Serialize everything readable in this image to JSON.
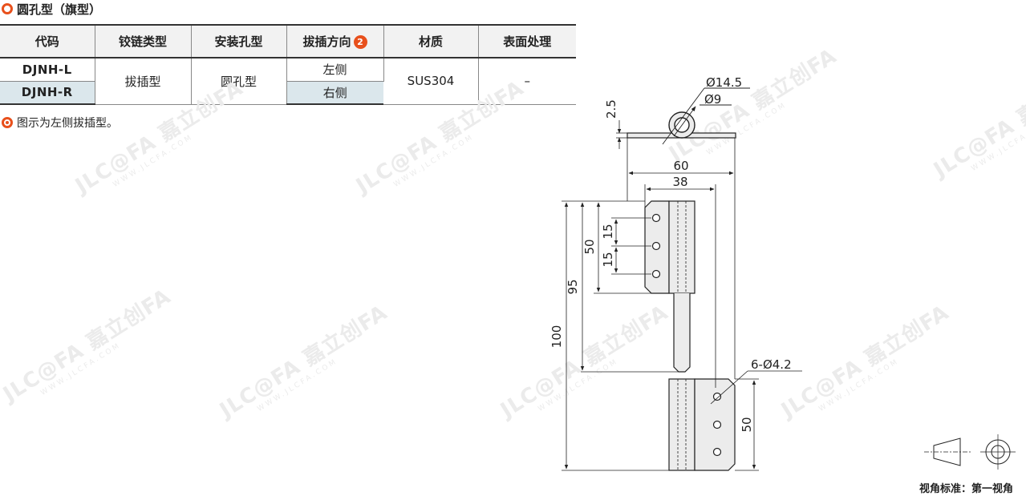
{
  "section_title": "圆孔型（旗型）",
  "table": {
    "headers": [
      "代码",
      "铰链类型",
      "安装孔型",
      "拔插方向",
      "材质",
      "表面处理"
    ],
    "badge": "2",
    "rows": [
      {
        "code": "DJNH-L",
        "direction": "左侧"
      },
      {
        "code": "DJNH-R",
        "direction": "右侧"
      }
    ],
    "hinge_type": "拔插型",
    "hole_type": "圆孔型",
    "material": "SUS304",
    "surface": "–"
  },
  "note": "图示为左侧拔插型。",
  "watermark": {
    "brand": "JLC@FA 嘉立创FA",
    "url": "WWW.JLCFA.COM"
  },
  "dimensions": {
    "outer_diameter": "Ø14.5",
    "inner_diameter": "Ø9",
    "thickness": "2.5",
    "total_width": "60",
    "leaf_width": "38",
    "hole_pitch_1": "15",
    "hole_pitch_2": "15",
    "upper_leaf_height": "50",
    "upper_height": "95",
    "total_height": "100",
    "holes": "6-Ø4.2",
    "lower_leaf_height": "50"
  },
  "view_standard": "视角标准：第一视角"
}
